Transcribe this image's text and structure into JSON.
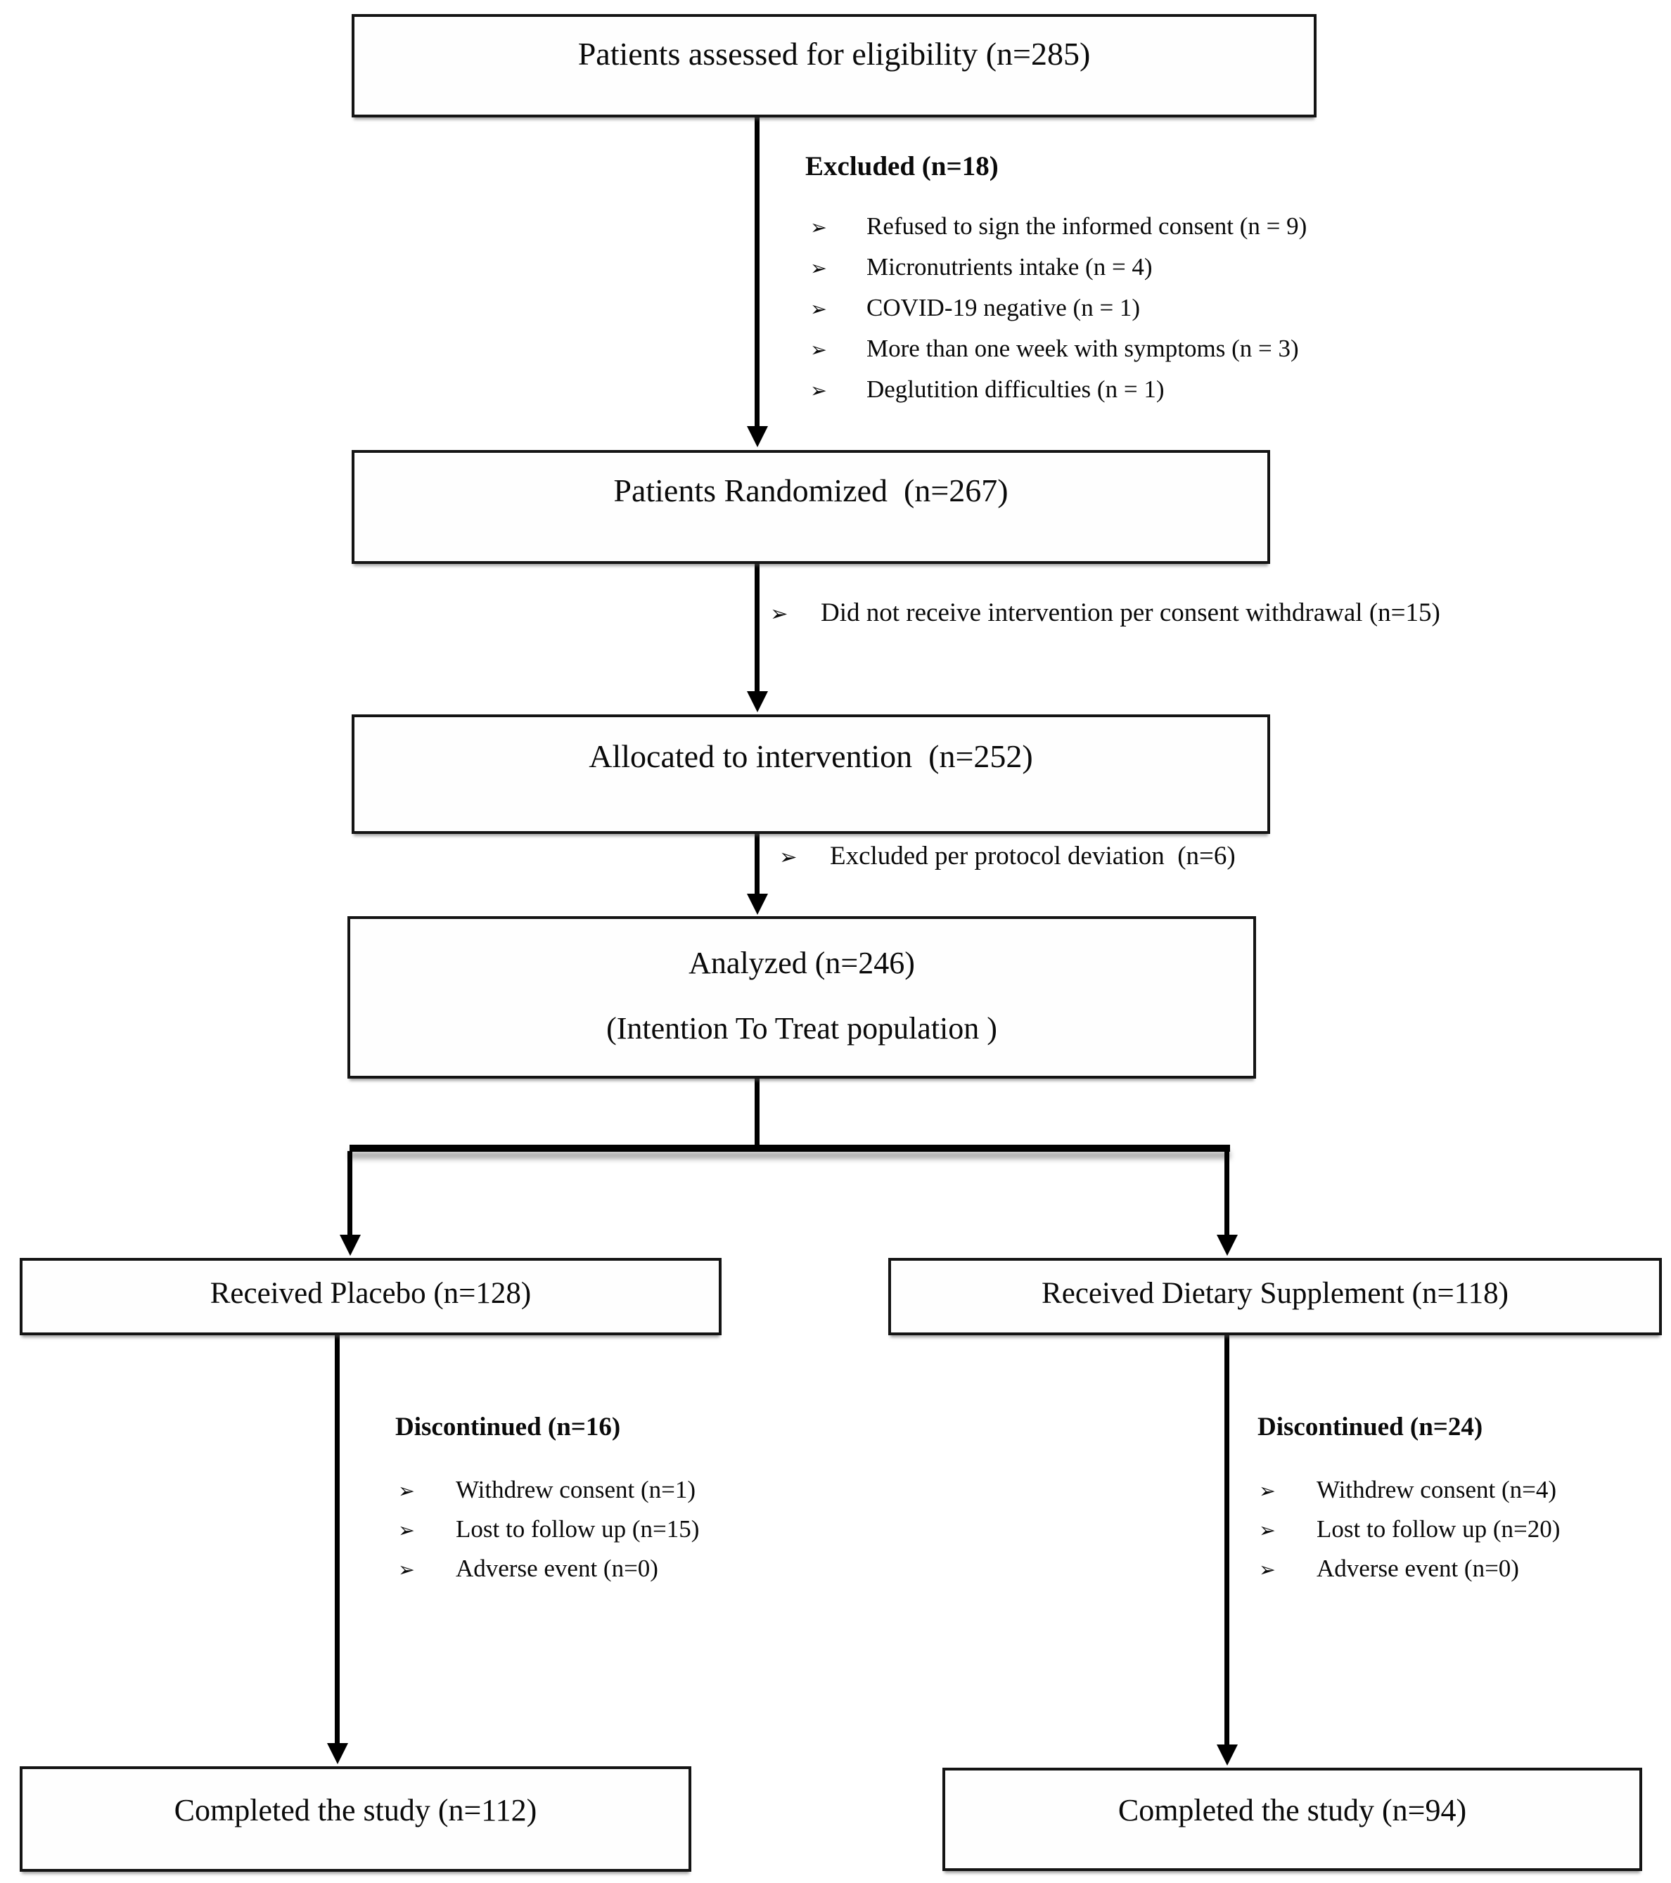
{
  "flow": {
    "bullet_glyph": "➢",
    "colors": {
      "line": "#000000",
      "border": "#141414",
      "background": "#ffffff"
    },
    "assessed_label": "Patients assessed for eligibility (n=285)",
    "excluded": {
      "title": "Excluded (n=18)",
      "items": [
        "Refused to sign the informed consent (n = 9)",
        "Micronutrients intake (n = 4)",
        "COVID-19 negative (n = 1)",
        "More than one week with symptoms (n = 3)",
        "Deglutition difficulties (n = 1)"
      ]
    },
    "randomized_label": "Patients Randomized  (n=267)",
    "withdrawal_note": "Did not receive intervention per consent withdrawal (n=15)",
    "allocated_label": "Allocated to intervention  (n=252)",
    "deviation_note": "Excluded per protocol deviation  (n=6)",
    "analyzed_line1": "Analyzed (n=246)",
    "analyzed_line2": "(Intention To Treat population )",
    "placebo_label": "Received Placebo (n=128)",
    "supplement_label": "Received Dietary Supplement (n=118)",
    "discontinued_placebo": {
      "title": "Discontinued (n=16)",
      "items": [
        "Withdrew consent (n=1)",
        "Lost to follow up (n=15)",
        "Adverse event (n=0)"
      ]
    },
    "discontinued_supplement": {
      "title": "Discontinued (n=24)",
      "items": [
        "Withdrew consent (n=4)",
        "Lost to follow up (n=20)",
        "Adverse event (n=0)"
      ]
    },
    "completed_placebo_label": "Completed the study (n=112)",
    "completed_supplement_label": "Completed the study (n=94)"
  }
}
